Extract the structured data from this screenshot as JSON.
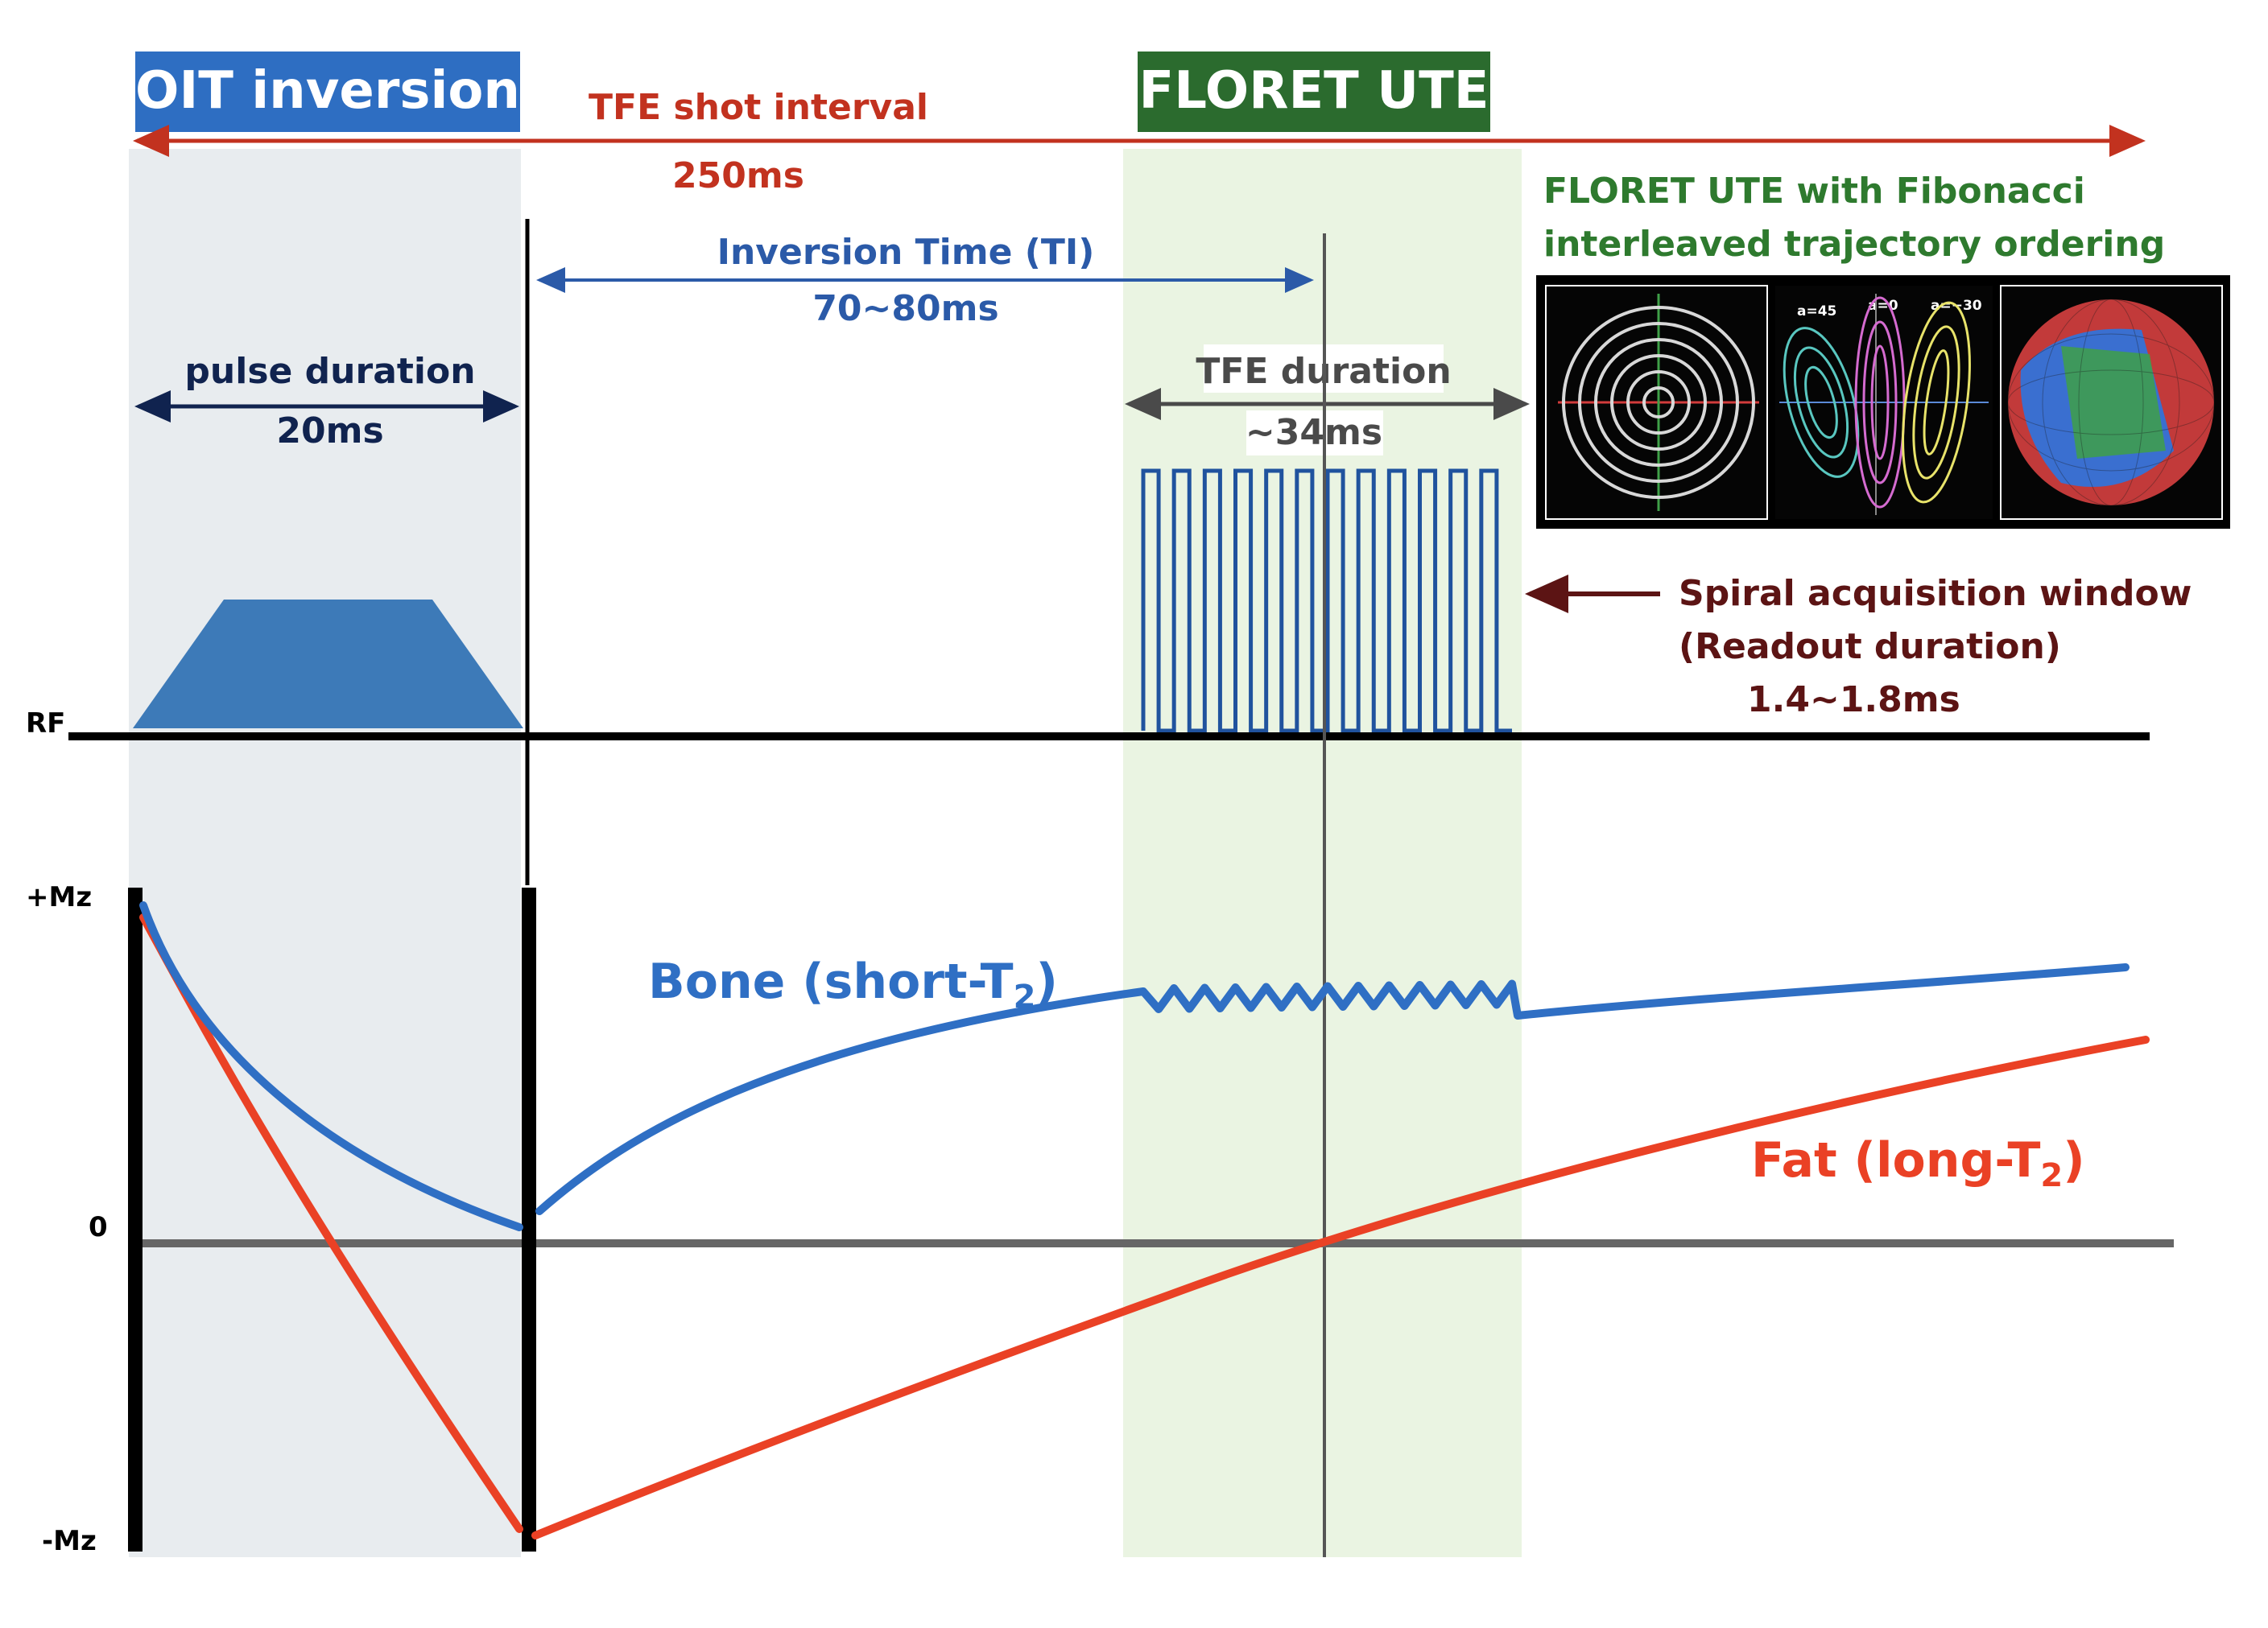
{
  "headers": {
    "oit": "OIT inversion",
    "floret": "FLORET UTE"
  },
  "shot_interval": {
    "label": "TFE shot interval",
    "value": "250ms"
  },
  "inversion_time": {
    "label": "Inversion Time (TI)",
    "value": "70~80ms"
  },
  "pulse_duration": {
    "label": "pulse duration",
    "value": "20ms"
  },
  "tfe_duration": {
    "label": "TFE duration",
    "value": "~34ms"
  },
  "floret_caption": {
    "line1": "FLORET UTE with Fibonacci",
    "line2": "interleaved trajectory ordering"
  },
  "inset_labels": {
    "a45": "a=45",
    "a0": "a=0",
    "a_neg30": "a=−30"
  },
  "spiral_window": {
    "line1": "Spiral acquisition window",
    "line2": "(Readout duration)",
    "line3": "1.4~1.8ms"
  },
  "axes": {
    "rf": "RF",
    "plus_mz": "+Mz",
    "zero": "0",
    "minus_mz": "-Mz"
  },
  "curves": {
    "bone": {
      "prefix": "Bone (short-T",
      "sub": "2",
      "suffix": ")"
    },
    "fat": {
      "prefix": "Fat (long-T",
      "sub": "2",
      "suffix": ")"
    }
  },
  "colors": {
    "oit_header": "#2e6ec2",
    "floret_header": "#2b6b2e",
    "shot_interval": "#c2321f",
    "inversion_time": "#2b5aa8",
    "pulse_duration": "#10234f",
    "tfe_duration": "#4a4a4a",
    "floret_caption": "#2e7a2e",
    "spiral_window": "#5c1414",
    "bone": "#2f6fc4",
    "fat": "#ea4125",
    "rf_pulse": "#3d7ab8",
    "readout": "#20539e",
    "oit_shade": "#e8ecef",
    "floret_shade": "#eaf4e2"
  }
}
